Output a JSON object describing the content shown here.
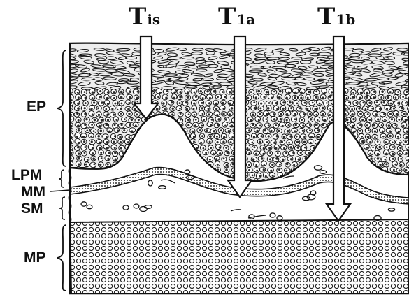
{
  "diagram": {
    "stages": [
      {
        "id": "tis",
        "main": "T",
        "sub": "is"
      },
      {
        "id": "t1a",
        "main": "T",
        "sub": "1a"
      },
      {
        "id": "t1b",
        "main": "T",
        "sub": "1b"
      }
    ],
    "layers": [
      {
        "id": "ep",
        "label": "EP"
      },
      {
        "id": "lpm",
        "label": "LPM"
      },
      {
        "id": "mm",
        "label": "MM"
      },
      {
        "id": "sm",
        "label": "SM"
      },
      {
        "id": "mp",
        "label": "MP"
      }
    ],
    "colors": {
      "ink": "#111111",
      "paper": "#ffffff",
      "cell_fill": "#2a2a2a"
    }
  }
}
